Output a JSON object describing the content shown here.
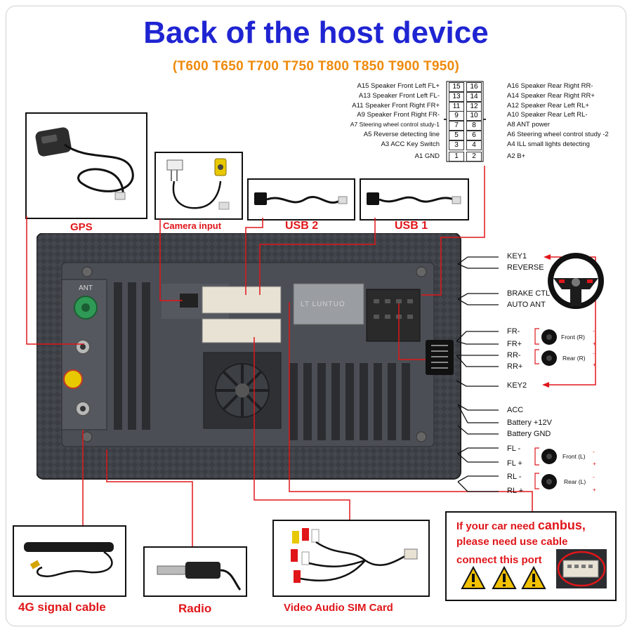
{
  "header": {
    "title": "Back of the host device",
    "subtitle": "(T600 T650 T700 T750 T800 T850 T900 T950)"
  },
  "pinout": {
    "left": [
      {
        "label": "A15  Speaker Front Left FL+",
        "pin": "15"
      },
      {
        "label": "A13  Speaker Front Left FL-",
        "pin": "13"
      },
      {
        "label": "A11  Speaker Front Right FR+",
        "pin": "11"
      },
      {
        "label": "A9   Speaker Front Right FR-",
        "pin": "9"
      },
      {
        "label": "A7  Steering wheel control study-1",
        "pin": "7"
      },
      {
        "label": "A5  Reverse detecting line",
        "pin": "5"
      },
      {
        "label": "A3 ACC Key Switch",
        "pin": "3"
      },
      {
        "label": "A1 GND",
        "pin": "1"
      }
    ],
    "right": [
      {
        "label": "A16 Speaker Rear Right RR-",
        "pin": "16"
      },
      {
        "label": "A14 Speaker Rear Right RR+",
        "pin": "14"
      },
      {
        "label": "A12 Speaker Rear Left RL+",
        "pin": "12"
      },
      {
        "label": "A10 Speaker Rear Left RL-",
        "pin": "10"
      },
      {
        "label": "A8   ANT power",
        "pin": "8"
      },
      {
        "label": "A6   Steering wheel control study -2",
        "pin": "6"
      },
      {
        "label": "A4   ILL small lights detecting",
        "pin": "4"
      },
      {
        "label": "A2   B+",
        "pin": "2"
      }
    ]
  },
  "accessories": {
    "gps": "GPS",
    "camera": "Camera input",
    "usb2": "USB 2",
    "usb1": "USB 1",
    "signal": "4G signal cable",
    "radio": "Radio",
    "video": "Video Audio SIM Card"
  },
  "device": {
    "ant_label": "ANT",
    "brand": "LT LUNTUO"
  },
  "wires": {
    "key1": "KEY1",
    "reverse": "REVERSE",
    "brake": "BRAKE CTL",
    "auto_ant": "AUTO ANT",
    "fr_minus": "FR-",
    "fr_plus": "FR+",
    "rr_minus": "RR-",
    "rr_plus": "RR+",
    "key2": "KEY2",
    "acc": "ACC",
    "battery_12v": "Battery +12V",
    "battery_gnd": "Battery GND",
    "fl_minus": "FL -",
    "fl_plus": "FL +",
    "rl_minus": "RL -",
    "rl_plus": "RL +"
  },
  "speakers": {
    "front_r": "Front (R)",
    "rear_r": "Rear (R)",
    "front_l": "Front (L)",
    "rear_l": "Rear (L)",
    "minus": "-",
    "plus": "+"
  },
  "canbus_note": {
    "line1_prefix": "If your car need ",
    "line1_bold": "canbus,",
    "line2": "please need use cable",
    "line3": "connect this port"
  },
  "colors": {
    "title": "#1f24d2",
    "subtitle": "#ef8a0c",
    "accent_red": "#e0161a",
    "device_body": "#3a3d42",
    "wire_black": "#111111",
    "warning_yellow": "#f2c200"
  }
}
